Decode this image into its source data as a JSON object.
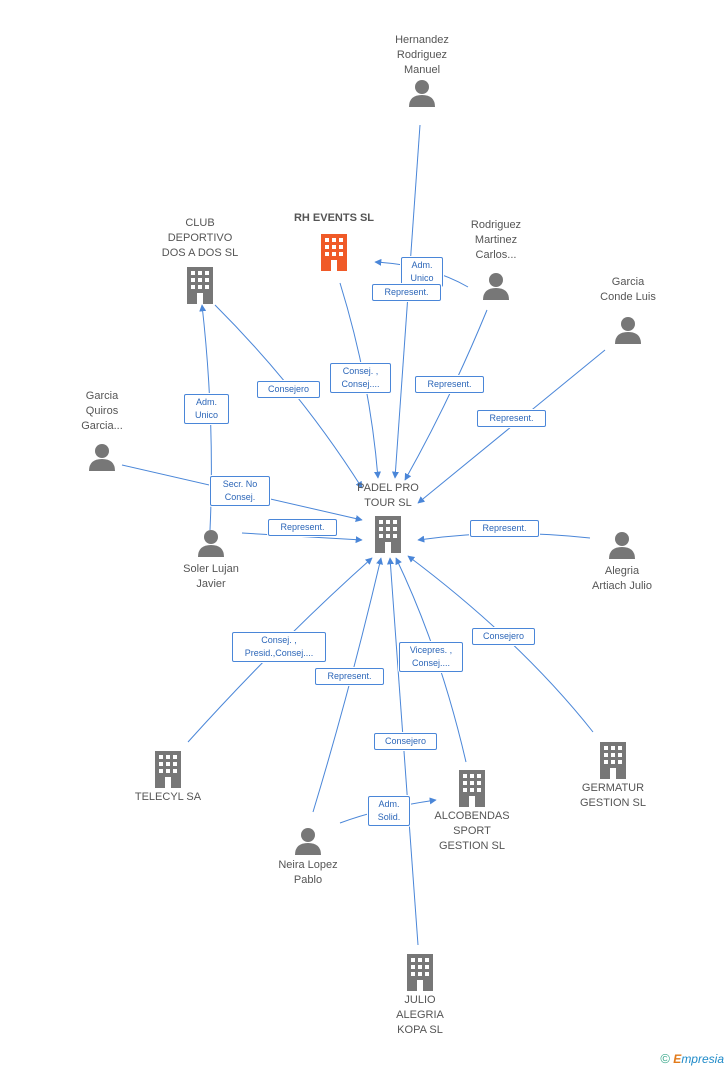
{
  "colors": {
    "edge": "#4a86d8",
    "node_gray": "#777777",
    "highlight": "#f05a28"
  },
  "nodes": {
    "hernandez": {
      "label": "Hernandez\nRodriguez\nManuel",
      "icon": "person-icon"
    },
    "rh_events": {
      "label": "RH EVENTS SL",
      "icon": "building-icon"
    },
    "club": {
      "label": "CLUB\nDEPORTIVO\nDOS A DOS SL",
      "icon": "building-icon"
    },
    "rodriguez": {
      "label": "Rodriguez\nMartinez\nCarlos...",
      "icon": "person-icon"
    },
    "garcia_conde": {
      "label": "Garcia\nConde Luis",
      "icon": "person-icon"
    },
    "garcia_quiros": {
      "label": "Garcia\nQuiros\nGarcia...",
      "icon": "person-icon"
    },
    "padel": {
      "label": "PADEL PRO\nTOUR SL",
      "icon": "building-icon"
    },
    "soler": {
      "label": "Soler Lujan\nJavier",
      "icon": "person-icon"
    },
    "alegria_artiach": {
      "label": "Alegria\nArtiach Julio",
      "icon": "person-icon"
    },
    "telecyl": {
      "label": "TELECYL SA",
      "icon": "building-icon"
    },
    "germatur": {
      "label": "GERMATUR\nGESTION SL",
      "icon": "building-icon"
    },
    "alcobendas": {
      "label": "ALCOBENDAS\nSPORT\nGESTION SL",
      "icon": "building-icon"
    },
    "neira": {
      "label": "Neira Lopez\nPablo",
      "icon": "person-icon"
    },
    "julio_alegria": {
      "label": "JULIO\nALEGRIA\nKOPA SL",
      "icon": "building-icon"
    }
  },
  "edge_labels": {
    "adm_unico_top": "Adm.\nUnico",
    "represent_rod_rh": "Represent.",
    "consej_rh": "Consej. ,\nConsej....",
    "consejero_club": "Consejero",
    "represent_rod": "Represent.",
    "represent_garcia_conde": "Represent.",
    "adm_unico_club": "Adm.\nUnico",
    "secr_no_consej": "Secr.  No\nConsej.",
    "represent_soler": "Represent.",
    "represent_alegria": "Represent.",
    "consej_presid": "Consej. ,\nPresid.,Consej....",
    "represent_neira": "Represent.",
    "vicepres": "Vicepres. ,\nConsej....",
    "consejero_germatur": "Consejero",
    "consejero_julio": "Consejero",
    "adm_solid": "Adm.\nSolid."
  },
  "footer": {
    "copyright": "©",
    "brand_e": "E",
    "brand_rest": "mpresia"
  }
}
